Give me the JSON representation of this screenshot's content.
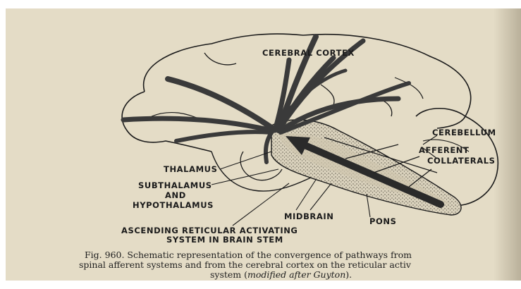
{
  "labels": {
    "cerebral_cortex": "CEREBRAL CORTEX",
    "cerebellum": "CEREBELLUM",
    "afferent_collaterals_line1": "AFFERENT",
    "afferent_collaterals_line2": "COLLATERALS",
    "thalamus": "THALAMUS",
    "subthalamus_line1": "SUBTHALAMUS",
    "subthalamus_line2": "AND",
    "subthalamus_line3": "HYPOTHALAMUS",
    "midbrain": "MIDBRAIN",
    "pons": "PONS",
    "rat_line1": "ASCENDING RETICULAR ACTIVATING",
    "rat_line2": "SYSTEM IN BRAIN STEM"
  },
  "caption": {
    "line1": "Fig. 960. Schematic representation of the convergence of pathways from",
    "line2": "spinal afferent systems and from the cerebral cortex on the reticular activ",
    "line3_prefix": "system (",
    "line3_italic": "modified after Guyton",
    "line3_suffix": ")."
  },
  "colors": {
    "paper": "#e4dcc6",
    "ink": "#1b1b1b",
    "stipple": "#bdb6a3"
  }
}
